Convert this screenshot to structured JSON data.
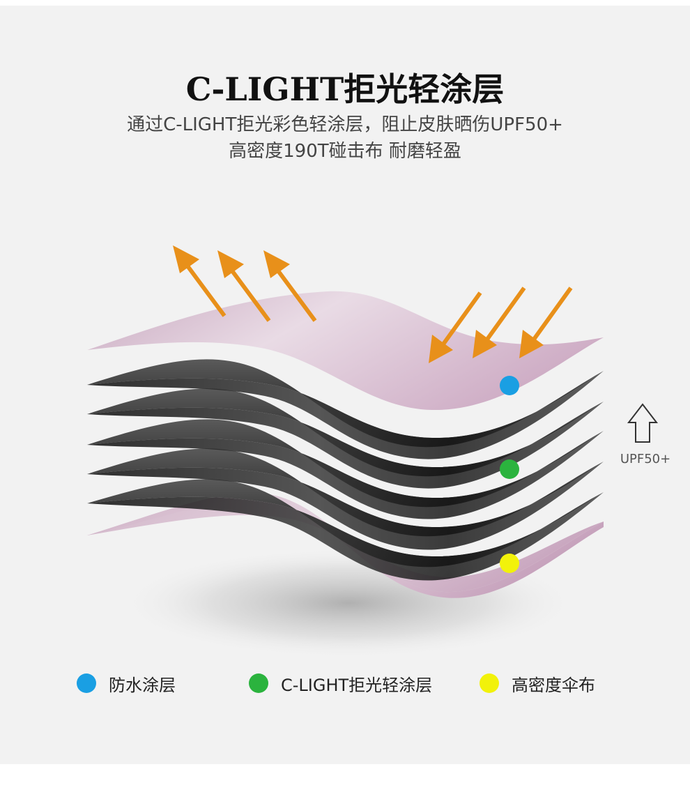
{
  "header": {
    "title": "C-LIGHT拒光轻涂层",
    "subtitle_line1": "通过C-LIGHT拒光彩色轻涂层，阻止皮肤晒伤UPF50+",
    "subtitle_line2": "高密度190T碰击布 耐磨轻盈"
  },
  "diagram": {
    "upf_label": "UPF50+",
    "arrow_color": "#e8901a",
    "layer_colors": {
      "top_fabric": "#d9bfd2",
      "black_layers": "#1e1e1e",
      "bottom_fabric": "#d7b8cd"
    },
    "icons": [
      "sun-ray-arrow",
      "up-arrow-outline"
    ]
  },
  "legend": [
    {
      "label": "防水涂层",
      "color": "#1a9fe3"
    },
    {
      "label": "C-LIGHT拒光轻涂层",
      "color": "#2bb33e"
    },
    {
      "label": "高密度伞布",
      "color": "#f2f20a"
    }
  ]
}
